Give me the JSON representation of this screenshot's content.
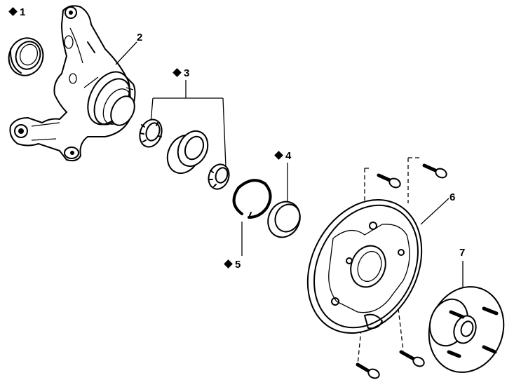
{
  "diagram": {
    "parts": [
      {
        "id": "p1",
        "label": "1",
        "marked": true
      },
      {
        "id": "p2",
        "label": "2",
        "marked": false
      },
      {
        "id": "p3",
        "label": "3",
        "marked": true
      },
      {
        "id": "p4",
        "label": "4",
        "marked": true
      },
      {
        "id": "p5",
        "label": "5",
        "marked": true
      },
      {
        "id": "p6",
        "label": "6",
        "marked": false
      },
      {
        "id": "p7",
        "label": "7",
        "marked": false
      }
    ],
    "marker_icon": "diamond-icon",
    "line_color": "#000000",
    "background": "#ffffff"
  }
}
